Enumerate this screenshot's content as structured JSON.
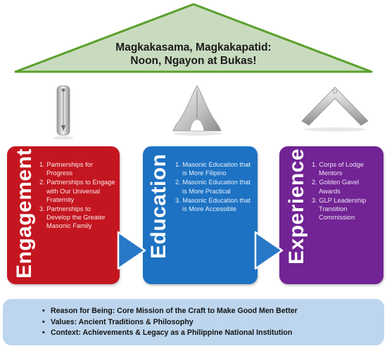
{
  "roof": {
    "title_line1": "Magkakasama, Magkakapatid:",
    "title_line2": "Noon, Ngayon at Bukas!",
    "fill": "#c9dbbf",
    "stroke": "#5aa02c"
  },
  "tools": [
    {
      "name": "plumb-icon"
    },
    {
      "name": "level-icon"
    },
    {
      "name": "square-icon"
    }
  ],
  "pillars": [
    {
      "title": "Engagement",
      "color": "#c41620",
      "items": [
        "1. Partnerships for Progress",
        "2. Partnerships to Engage with Our Universal Fraternity",
        "3. Partnerships to Develop the Greater Masonic Family"
      ]
    },
    {
      "title": "Education",
      "color": "#1d72c3",
      "items": [
        "1. Masonic Education that is More Filipino",
        "2. Masonic Education that is More Practical",
        "3. Masonic Education that is More Accessible"
      ]
    },
    {
      "title": "Experience",
      "color": "#722394",
      "items": [
        "1. Corps of Lodge Mentors",
        "2. Golden Gavel Awards",
        "3. GLP Leadership Transition Commission"
      ]
    }
  ],
  "foundation": {
    "bullets": [
      "Reason for Being: Core Mission of the Craft to Make Good Men Better",
      "Values: Ancient Traditions & Philosophy",
      "Context: Achievements & Legacy as a Philippine National Institution"
    ],
    "fill": "#bdd6ee"
  }
}
